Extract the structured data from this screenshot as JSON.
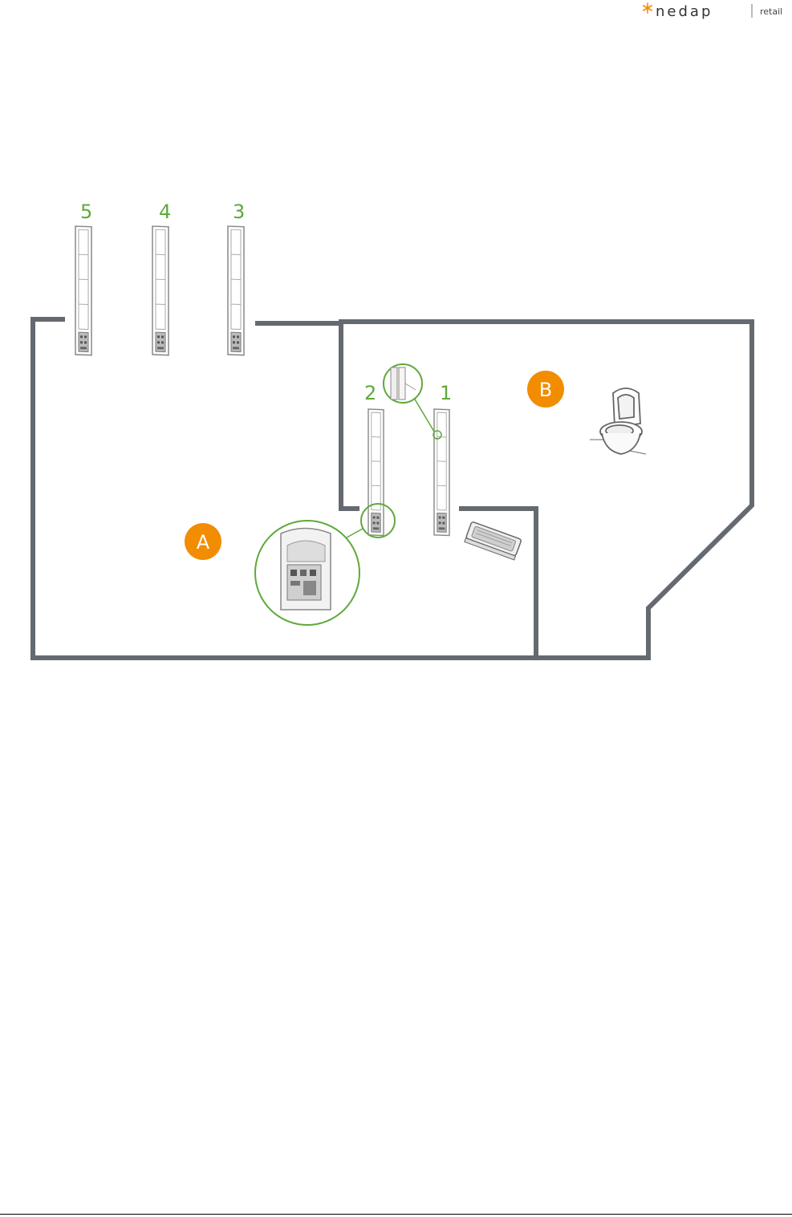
{
  "brand": {
    "name": "nedap",
    "division": "retail",
    "accent": "#f28c00",
    "text_color": "#333333"
  },
  "diagram": {
    "wall_color": "#646a70",
    "label_color": "#5fa83a",
    "zone_color": "#f28c00",
    "pedestals": [
      {
        "label": "5"
      },
      {
        "label": "4"
      },
      {
        "label": "3"
      },
      {
        "label": "2"
      },
      {
        "label": "1"
      }
    ],
    "zones": [
      {
        "label": "A"
      },
      {
        "label": "B"
      }
    ]
  }
}
